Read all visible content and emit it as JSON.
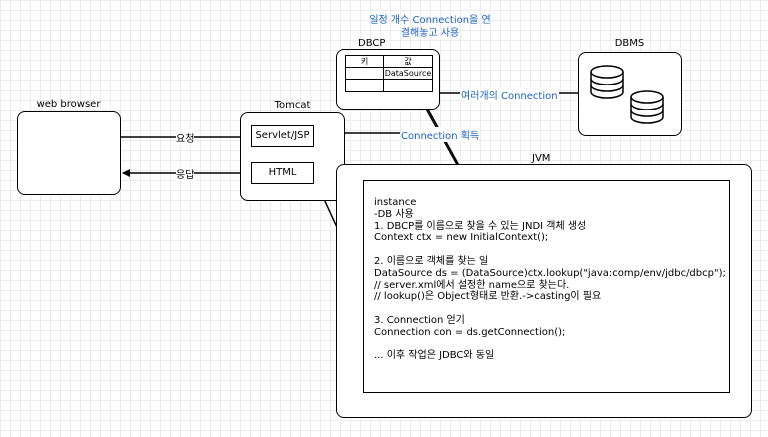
{
  "webbrowser": {
    "title": "web browser"
  },
  "tomcat": {
    "title": "Tomcat",
    "servlet": "Servlet/JSP",
    "html": "HTML"
  },
  "dbcp": {
    "title": "DBCP",
    "note": "일정 개수 Connection을 연\n결해놓고 사용",
    "table": {
      "header_key": "키",
      "header_val": "값",
      "row1_val": "DataSource"
    }
  },
  "dbms": {
    "title": "DBMS"
  },
  "jvm": {
    "title": "JVM",
    "code": "instance\n-DB 사용\n1. DBCP를 이름으로 찾을 수 있는 JNDI 객체 생성\nContext ctx = new InitialContext();\n\n2. 이름으로 객체를 찾는 일\nDataSource ds = (DataSource)ctx.lookup(\"java:comp/env/jdbc/dbcp\");\n// server.xml에서 설정한 name으로 찾는다.\n// lookup()은 Object형태로 반환.->casting이 필요\n\n3. Connection 얻기\nConnection con = ds.getConnection();\n\n... 이후 작업은 JDBC와 동일"
  },
  "edges": {
    "request": "요청",
    "response": "응답",
    "multi_conn": "여러개의 Connection",
    "get_conn": "Connection 획득"
  },
  "colors": {
    "blue_text": "#1a62c7",
    "grid": "#ececec"
  }
}
